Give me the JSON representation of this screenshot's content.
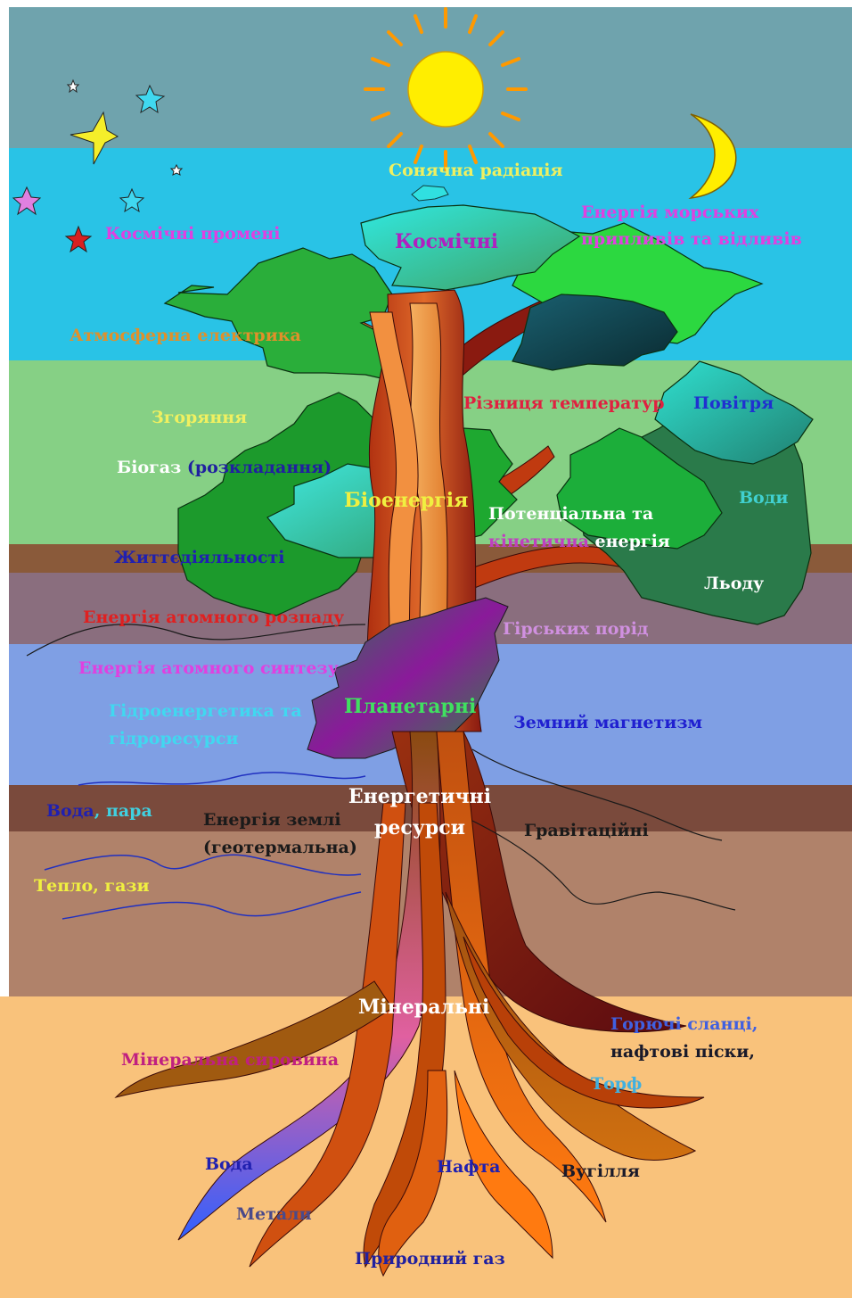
{
  "labels": {
    "solar_radiation": "Сонячна радіація",
    "cosmic": "Космічні",
    "cosmic_rays": "Космічні промені",
    "tidal_1": "Енергія морських",
    "tidal_2": "припливів та відливів",
    "atmo_electric": "Атмосферна електрика",
    "temp_difference": "Різниця температур",
    "air": "Повітря",
    "combustion": "Згоряння",
    "biogas": "Біогаз",
    "decomposition": "(розкладання)",
    "bioenergy": "Біоенергія",
    "potential_1": "Потенціальна та",
    "potential_2a": "кінетична",
    "potential_2b": " енергія",
    "waters": "Води",
    "vital_activity": "Життєдіяльності",
    "ice": "Льоду",
    "atomic_decay": "Енергія атомного розпаду",
    "rocks": "Гірських порід",
    "atomic_fusion": "Енергія атомного синтезу",
    "hydro_1": "Гідроенергетика та",
    "hydro_2": "гідроресурси",
    "planetary": "Планетарні",
    "earth_magnetism": "Земний магнетизм",
    "water": "Вода",
    "comma_steam": ", пара",
    "earth_energy_1": "Енергія землі",
    "earth_energy_2": "(геотермальна)",
    "energy_resources_1": "Енергетичні",
    "energy_resources_2": "ресурси",
    "gravitational": "Гравітаційні",
    "heat_gases": "Тепло, гази",
    "mineral": "Мінеральні",
    "oil_shale_1": "Горючі сланці,",
    "oil_shale_2": "нафтові піски,",
    "mineral_raw": "Мінеральна сировина",
    "peat": "Торф",
    "root_water": "Вода",
    "oil": "Нафта",
    "coal": "Вугілля",
    "metals": "Метали",
    "natural_gas": "Природний газ"
  },
  "colors": {
    "sky_top": "#6fa3ad",
    "sky_cyan": "#29c3e6",
    "meadow": "#86d085",
    "soil_brown": "#8a5a3a",
    "mauve": "#8a6e7e",
    "blue_band": "#7f9fe4",
    "deep_brown": "#7a4a3c",
    "clay": "#b0826a",
    "sand": "#f9c27b",
    "sun": "#ffee00",
    "sun_rays": "#ff9900"
  },
  "icons": [
    "sun-icon",
    "moon-icon",
    "star-icon"
  ]
}
